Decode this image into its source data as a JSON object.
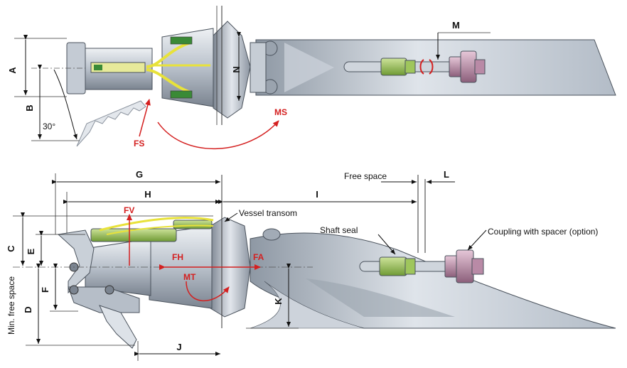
{
  "top_view": {
    "dims": {
      "a": "A",
      "b": "B",
      "n": "N",
      "m": "M"
    },
    "angle": "30°",
    "forces": {
      "fs": "FS",
      "ms": "MS"
    }
  },
  "side_view": {
    "dims": {
      "g": "G",
      "h": "H",
      "i": "I",
      "l": "L",
      "c": "C",
      "e": "E",
      "f": "F",
      "d": "D",
      "k": "K",
      "j": "J"
    },
    "labels": {
      "free_space": "Free space",
      "vessel_transom": "Vessel transom",
      "shaft_seal": "Shaft seal",
      "coupling": "Coupling with spacer (option)",
      "min_free_space": "Min. free space"
    },
    "forces": {
      "fv": "FV",
      "fh": "FH",
      "fa": "FA",
      "mt": "MT"
    }
  },
  "colors": {
    "steel_light": "#dfe4ea",
    "steel_mid": "#aeb6c1",
    "steel_dark": "#6d7682",
    "seal_green": "#9cc25a",
    "coupling_purple": "#b98aa6",
    "hydraulic_yellow": "#e8e23a",
    "force_red": "#d42020"
  }
}
